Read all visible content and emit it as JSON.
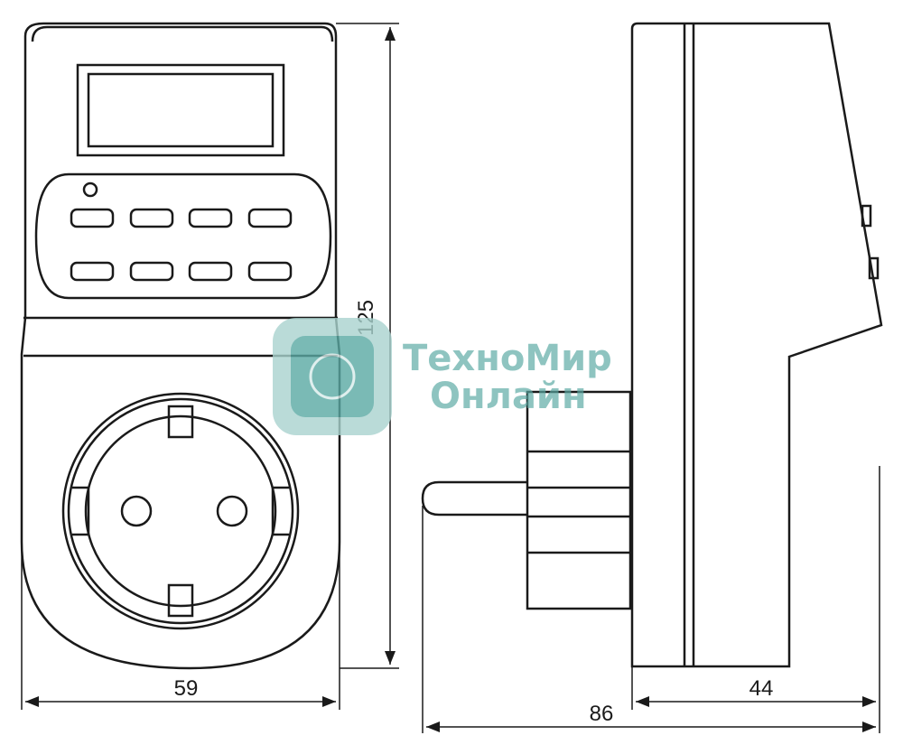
{
  "dimensions": {
    "width_front": "59",
    "height": "125",
    "depth_body": "44",
    "depth_total": "86"
  },
  "watermark": {
    "line1": "ТехноМир",
    "line2": "Онлайн",
    "color": "#5aa9a3"
  },
  "colors": {
    "outline": "#1a1a1a",
    "background": "#ffffff"
  }
}
